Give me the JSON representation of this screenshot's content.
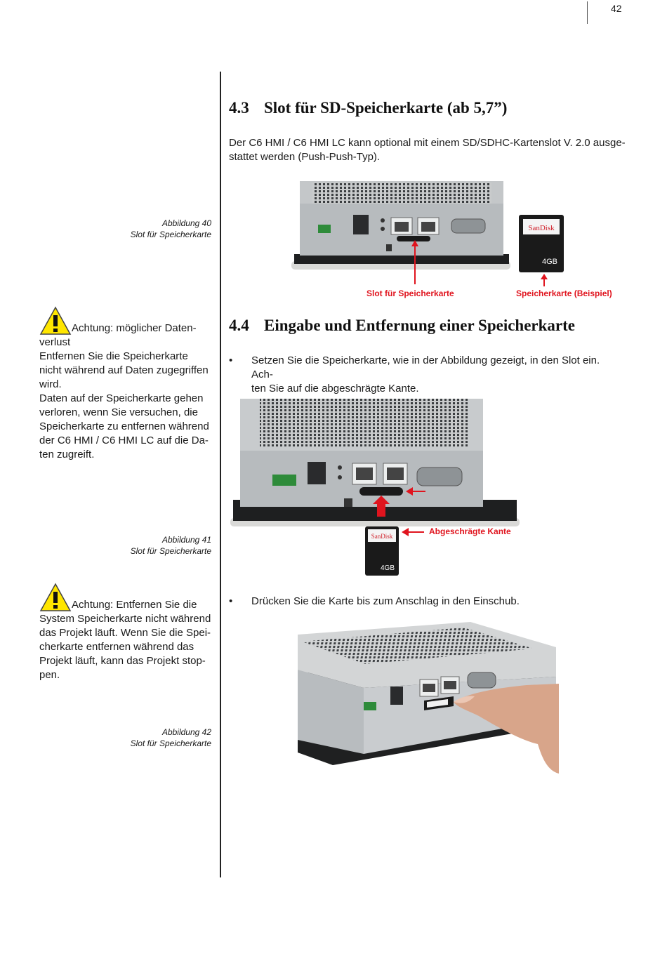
{
  "page": {
    "number": "42"
  },
  "section_43": {
    "num": "4.3",
    "title": "Slot für SD-Speicherkarte (ab 5,7”)",
    "body_line1": "Der C6 HMI / C6 HMI LC kann optional mit einem SD/SDHC-Kartenslot V. 2.0 ausge-",
    "body_line2": "stattet werden (Push-Push-Typ)."
  },
  "figure40": {
    "caption_line1": "Abbildung 40",
    "caption_line2": "Slot für Speicherkarte",
    "label_slot": "Slot für Speicherkarte",
    "label_card": "Speicherkarte (Beispiel)",
    "card_brand": "SanDisk",
    "card_capacity": "4GB"
  },
  "warning1": {
    "head": "Achtung: möglicher Daten-",
    "lines": [
      "verlust",
      "Entfernen Sie die Speicherkarte",
      "nicht während auf Daten zugegriffen",
      "wird.",
      "Daten auf der Speicherkarte gehen",
      "verloren, wenn Sie versuchen, die",
      "Speicherkarte zu entfernen während",
      "der C6 HMI / C6 HMI LC auf die Da-",
      "ten zugreift."
    ]
  },
  "section_44": {
    "num": "4.4",
    "title": "Eingabe und Entfernung einer Speicherkarte",
    "bullet1_line1": "Setzen Sie die Speicherkarte, wie in der Abbildung gezeigt, in den Slot ein. Ach-",
    "bullet1_line2": "ten Sie auf die abgeschrägte Kante.",
    "bullet2": "Drücken Sie die Karte bis zum Anschlag in den Einschub.",
    "bullet_symbol": "•"
  },
  "figure41": {
    "caption_line1": "Abbildung 41",
    "caption_line2": "Slot für Speicherkarte",
    "label_edge": "Abgeschrägte Kante",
    "card_brand": "SanDisk",
    "card_capacity": "4GB"
  },
  "warning2": {
    "head": "Achtung: Entfernen Sie die",
    "lines": [
      "System Speicherkarte nicht während",
      "das Projekt läuft. Wenn Sie die Spei-",
      "cherkarte entfernen während das",
      "Projekt läuft, kann das Projekt stop-",
      "pen."
    ]
  },
  "figure42": {
    "caption_line1": "Abbildung 42",
    "caption_line2": "Slot für Speicherkarte"
  },
  "icons": [
    "warning-icon"
  ],
  "colors": {
    "accent_red": "#e0141e",
    "warning_yellow": "#ffe600"
  }
}
